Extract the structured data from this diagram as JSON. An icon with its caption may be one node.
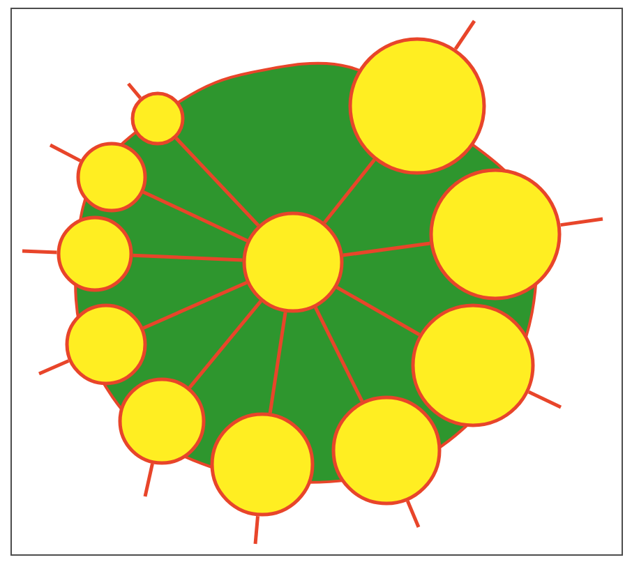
{
  "diagram": {
    "nodes": [
      {
        "text": [],
        "shape": "circle"
      },
      {
        "text": [],
        "shape": "circle"
      },
      {
        "text": [],
        "shape": "circle"
      },
      {
        "text": [],
        "shape": "circle"
      },
      {
        "text": [],
        "shape": "circle"
      },
      {
        "text": [],
        "shape": "circle"
      },
      {
        "text": [],
        "shape": "circle"
      },
      {
        "text": [],
        "shape": "circle"
      },
      {
        "text": [],
        "shape": "circle"
      },
      {
        "text": [],
        "shape": "circle"
      },
      {
        "text": [],
        "shape": "circle"
      }
    ],
    "edges": [
      {
        "from": 0,
        "to": 1,
        "arrow": "none"
      },
      {
        "from": 0,
        "to": 2,
        "arrow": "none"
      },
      {
        "from": 0,
        "to": 3,
        "arrow": "none"
      },
      {
        "from": 0,
        "to": 4,
        "arrow": "none"
      },
      {
        "from": 0,
        "to": 5,
        "arrow": "none"
      },
      {
        "from": 0,
        "to": 6,
        "arrow": "none"
      },
      {
        "from": 0,
        "to": 7,
        "arrow": "none"
      },
      {
        "from": 0,
        "to": 8,
        "arrow": "none"
      },
      {
        "from": 0,
        "to": 9,
        "arrow": "none"
      },
      {
        "from": 0,
        "to": 10,
        "arrow": "none"
      },
      {
        "from": 1,
        "to": null,
        "arrow": "none"
      },
      {
        "from": 2,
        "to": null,
        "arrow": "none"
      },
      {
        "from": 3,
        "to": null,
        "arrow": "none"
      },
      {
        "from": 4,
        "to": null,
        "arrow": "none"
      },
      {
        "from": 5,
        "to": null,
        "arrow": "none"
      },
      {
        "from": 6,
        "to": null,
        "arrow": "none"
      },
      {
        "from": 7,
        "to": null,
        "arrow": "none"
      },
      {
        "from": 8,
        "to": null,
        "arrow": "none"
      },
      {
        "from": 9,
        "to": null,
        "arrow": "none"
      },
      {
        "from": 10,
        "to": null,
        "arrow": "none"
      }
    ]
  }
}
